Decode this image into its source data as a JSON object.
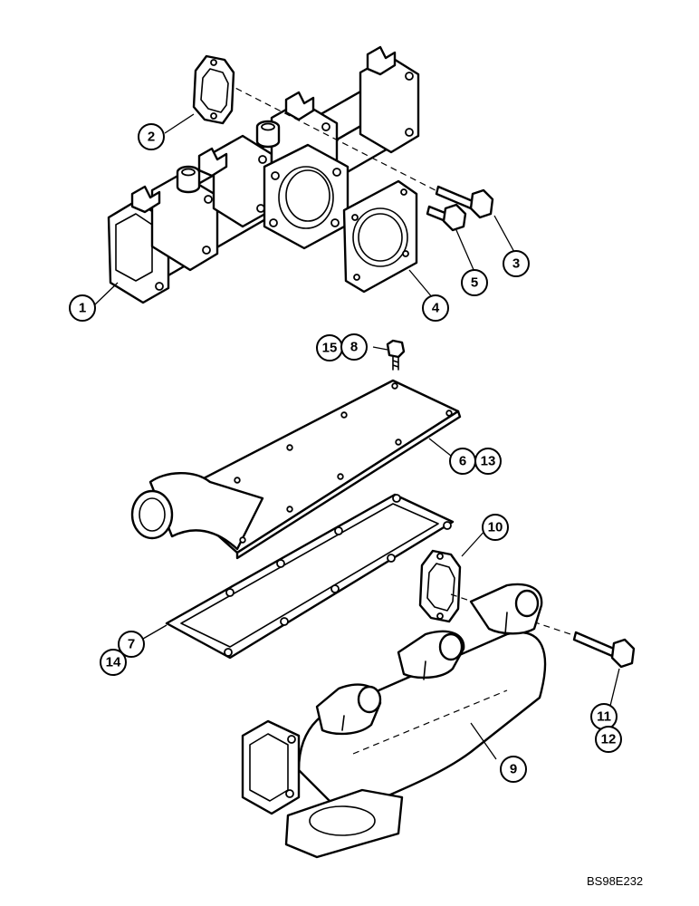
{
  "callouts": {
    "c1": "1",
    "c2": "2",
    "c3": "3",
    "c4": "4",
    "c5": "5",
    "c6": "6",
    "c7": "7",
    "c8": "8",
    "c9": "9",
    "c10": "10",
    "c11": "11",
    "c12": "12",
    "c13": "13",
    "c14": "14",
    "c15": "15"
  },
  "figure_code": "BS98E232"
}
